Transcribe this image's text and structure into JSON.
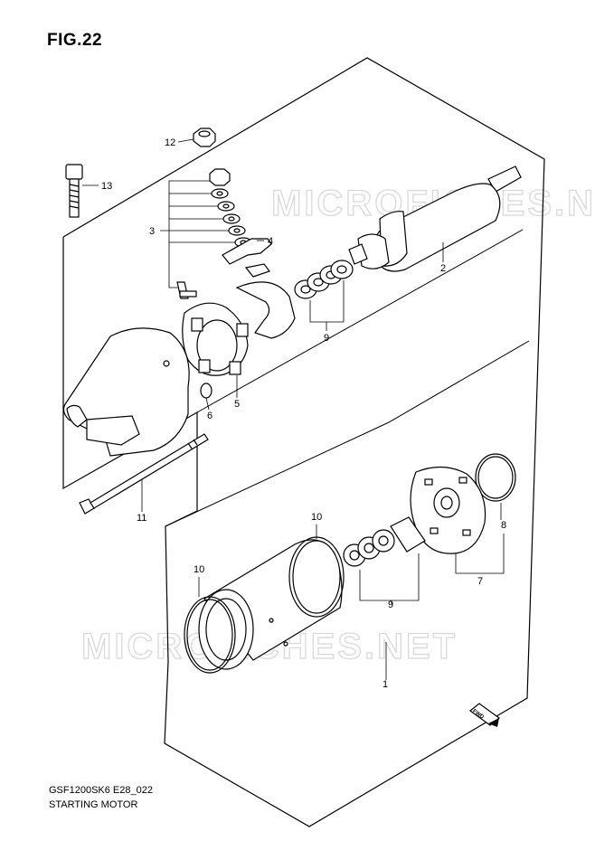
{
  "figure": {
    "title": "FIG.22",
    "code": "GSF1200SK6 E28_022",
    "name": "STARTING MOTOR"
  },
  "watermark": "MICROFICHES.NET",
  "fwd_label": "FWD",
  "callouts": {
    "c1": "1",
    "c2": "2",
    "c3": "3",
    "c4": "4",
    "c5": "5",
    "c6": "6",
    "c7": "7",
    "c8": "8",
    "c9a": "9",
    "c9b": "9",
    "c10a": "10",
    "c10b": "10",
    "c11": "11",
    "c12": "12",
    "c13": "13"
  }
}
